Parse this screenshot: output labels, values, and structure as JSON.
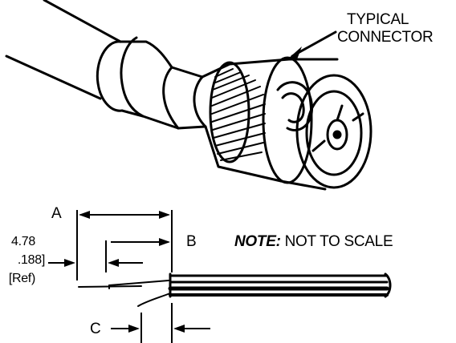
{
  "callout": {
    "line1": "TYPICAL",
    "line2": "CONNECTOR"
  },
  "dimensions": {
    "a": "A",
    "b": "B",
    "c": "C",
    "ref_value": "4.78",
    "ref_inch": ".188]",
    "ref_note": "[Ref)"
  },
  "note": {
    "label": "NOTE:",
    "text": "NOT TO SCALE"
  },
  "colors": {
    "ink": "#000000",
    "paper": "#ffffff"
  }
}
